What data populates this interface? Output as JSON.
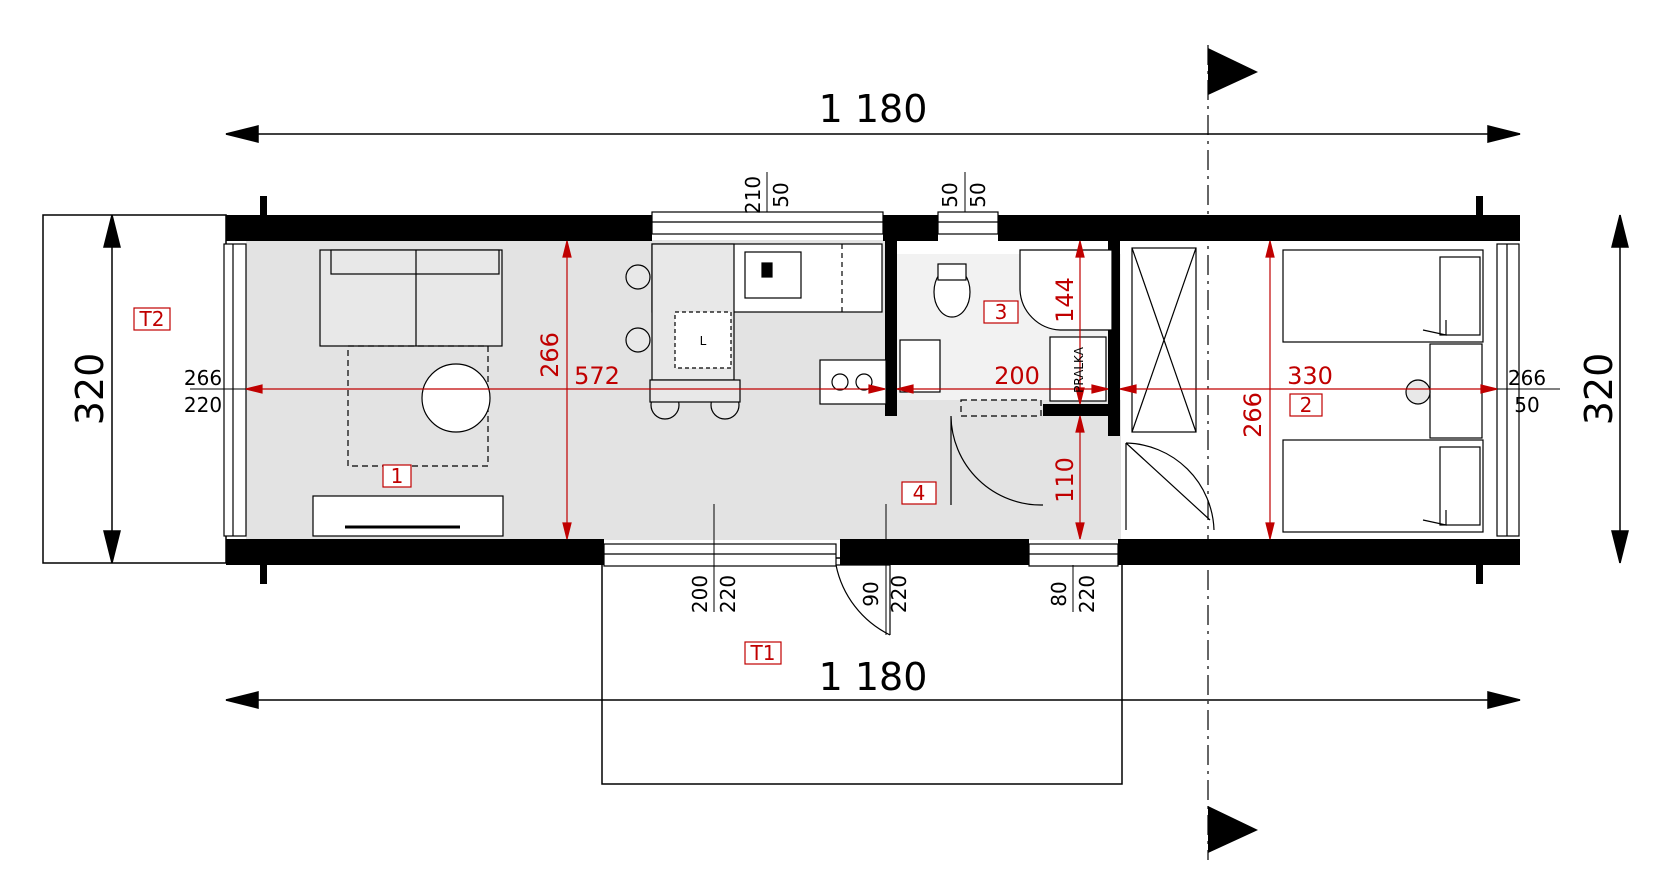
{
  "dimensions": {
    "total_top": "1 180",
    "total_bottom": "1 180",
    "height_left": "320",
    "height_right": "320",
    "left_window_top": "266",
    "left_window_bottom": "220",
    "right_window_top": "266",
    "right_window_bottom": "50",
    "kitchen_window_a": "210",
    "kitchen_window_b": "50",
    "bath_window_a": "50",
    "bath_window_b": "50",
    "terrace_window_a": "200",
    "terrace_window_b": "220",
    "entry_door_a": "90",
    "entry_door_b": "220",
    "hall_window_a": "80",
    "hall_window_b": "220"
  },
  "interior_dims": {
    "living_length": "572",
    "living_height": "266",
    "bath_length": "200",
    "bath_shower": "144",
    "hall_depth": "110",
    "bedroom_length": "330",
    "bedroom_height": "266"
  },
  "rooms": {
    "living": "1",
    "bedroom": "2",
    "bathroom": "3",
    "hall": "4",
    "terrace_front": "T1",
    "terrace_side": "T2"
  },
  "fixtures": {
    "fridge": "L",
    "washer": "PRALKA"
  },
  "colors": {
    "wall": "#000000",
    "floor": "#e3e3e3",
    "dimension_red": "#c00000"
  }
}
